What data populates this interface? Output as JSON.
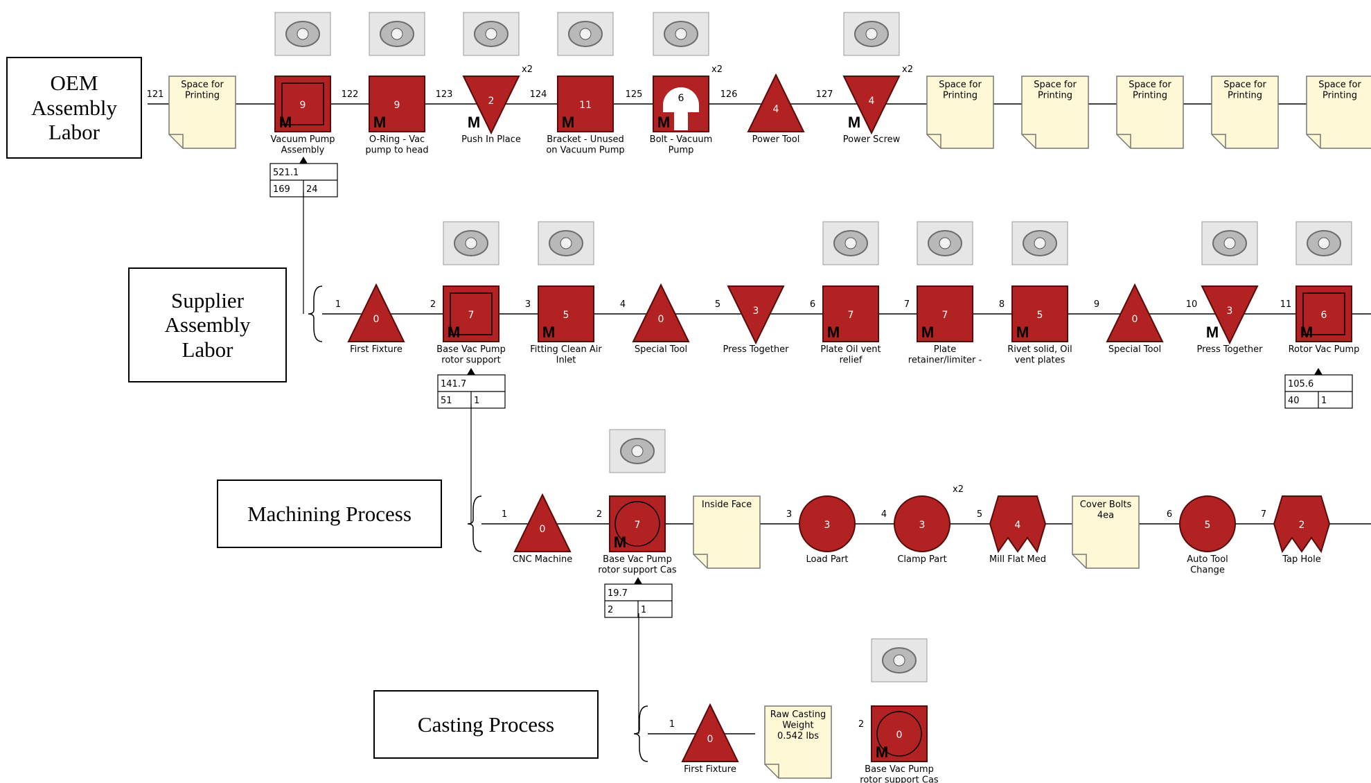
{
  "colors": {
    "shape_fill": "#B22222",
    "shape_stroke": "#5a0a0a",
    "note_fill": "#FFF8D6",
    "line": "#000000",
    "text_on_shape": "#ffffff"
  },
  "lanes": [
    {
      "id": "oem",
      "label": "OEM\nAssembly\nLabor",
      "steps": [
        {
          "n": "121",
          "type": "note",
          "text": "Space for\nPrinting"
        },
        {
          "n": "",
          "type": "square-framed",
          "value": "9",
          "caption": "Vacuum Pump\nAssembly",
          "m": true,
          "photo": "pump-photo-icon"
        },
        {
          "n": "122",
          "type": "square",
          "value": "9",
          "caption": "O-Ring - Vac\npump to head",
          "m": true,
          "photo": "o-ring-photo-icon"
        },
        {
          "n": "123",
          "type": "triangle-down",
          "value": "2",
          "caption": "Push In Place",
          "m": true,
          "mult": "x2",
          "photo": "part-photo-icon"
        },
        {
          "n": "124",
          "type": "square",
          "value": "11",
          "caption": "Bracket - Unused\non Vacuum Pump",
          "m": true,
          "photo": "bracket-photo-icon"
        },
        {
          "n": "125",
          "type": "bolt",
          "value": "6",
          "caption": "Bolt - Vacuum\nPump",
          "m": true,
          "mult": "x2",
          "photo": "bolt-photo-icon"
        },
        {
          "n": "126",
          "type": "triangle-up",
          "value": "4",
          "caption": "Power Tool"
        },
        {
          "n": "127",
          "type": "triangle-down",
          "value": "4",
          "caption": "Power Screw",
          "m": true,
          "mult": "x2",
          "photo": "screw-photo-icon"
        },
        {
          "n": "",
          "type": "note",
          "text": "Space for\nPrinting"
        },
        {
          "n": "",
          "type": "note",
          "text": "Space for\nPrinting"
        },
        {
          "n": "",
          "type": "note",
          "text": "Space for\nPrinting"
        },
        {
          "n": "",
          "type": "note",
          "text": "Space for\nPrinting"
        },
        {
          "n": "",
          "type": "note",
          "text": "Space for\nPrinting"
        }
      ]
    },
    {
      "id": "supplier",
      "label": "Supplier\nAssembly\nLabor",
      "steps": [
        {
          "n": "1",
          "type": "triangle-up",
          "value": "0",
          "caption": "First Fixture"
        },
        {
          "n": "2",
          "type": "square-framed",
          "value": "7",
          "caption": "Base Vac Pump\nrotor support",
          "m": true,
          "photo": "rotor-photo-icon"
        },
        {
          "n": "3",
          "type": "square",
          "value": "5",
          "caption": "Fitting Clean Air\nInlet",
          "m": true,
          "photo": "fitting-photo-icon"
        },
        {
          "n": "4",
          "type": "triangle-up",
          "value": "0",
          "caption": "Special Tool"
        },
        {
          "n": "5",
          "type": "triangle-down",
          "value": "3",
          "caption": "Press Together"
        },
        {
          "n": "6",
          "type": "square",
          "value": "7",
          "caption": "Plate Oil vent\nrelief",
          "m": true,
          "photo": "plate-photo-icon"
        },
        {
          "n": "7",
          "type": "square",
          "value": "7",
          "caption": "Plate\nretainer/limiter -",
          "m": true,
          "photo": "plate-photo-icon"
        },
        {
          "n": "8",
          "type": "square",
          "value": "5",
          "caption": "Rivet solid, Oil\nvent plates",
          "m": true,
          "photo": "plate-photo-icon"
        },
        {
          "n": "9",
          "type": "triangle-up",
          "value": "0",
          "caption": "Special Tool"
        },
        {
          "n": "10",
          "type": "triangle-down",
          "value": "3",
          "caption": "Press Together",
          "m": true,
          "photo": "plate-photo-icon"
        },
        {
          "n": "11",
          "type": "square-framed",
          "value": "6",
          "caption": "Rotor Vac Pump",
          "m": true,
          "photo": "rotor-photo-icon"
        }
      ]
    },
    {
      "id": "machining",
      "label": "Machining Process",
      "steps": [
        {
          "n": "1",
          "type": "triangle-up",
          "value": "0",
          "caption": "CNC Machine"
        },
        {
          "n": "2",
          "type": "square-circle",
          "value": "7",
          "caption": "Base Vac Pump\nrotor support Cas",
          "m": true,
          "photo": "casting-photo-icon"
        },
        {
          "n": "",
          "type": "note",
          "text": "Inside Face"
        },
        {
          "n": "3",
          "type": "circle",
          "value": "3",
          "caption": "Load Part"
        },
        {
          "n": "4",
          "type": "circle",
          "value": "3",
          "caption": "Clamp Part",
          "mult": "x2"
        },
        {
          "n": "5",
          "type": "mill",
          "value": "4",
          "caption": "Mill Flat Med"
        },
        {
          "n": "",
          "type": "note",
          "text": "Cover Bolts\n4ea"
        },
        {
          "n": "6",
          "type": "circle",
          "value": "5",
          "caption": "Auto Tool\nChange"
        },
        {
          "n": "7",
          "type": "mill",
          "value": "2",
          "caption": "Tap Hole"
        }
      ]
    },
    {
      "id": "casting",
      "label": "Casting Process",
      "steps": [
        {
          "n": "1",
          "type": "triangle-up",
          "value": "0",
          "caption": "First Fixture"
        },
        {
          "n": "",
          "type": "note",
          "text": "Raw Casting\nWeight\n0.542 lbs"
        },
        {
          "n": "2",
          "type": "square-circle",
          "value": "0",
          "caption": "Base Vac Pump\nrotor support Cas",
          "m": true,
          "photo": "casting-photo-icon"
        }
      ]
    }
  ],
  "summary_boxes": [
    {
      "id": "oem-summary",
      "total": "521.1",
      "left": "169",
      "right": "24"
    },
    {
      "id": "supplier-summary",
      "total": "141.7",
      "left": "51",
      "right": "1"
    },
    {
      "id": "rotor-summary",
      "total": "105.6",
      "left": "40",
      "right": "1"
    },
    {
      "id": "machining-summary",
      "total": "19.7",
      "left": "2",
      "right": "1"
    }
  ],
  "m_label": "M"
}
